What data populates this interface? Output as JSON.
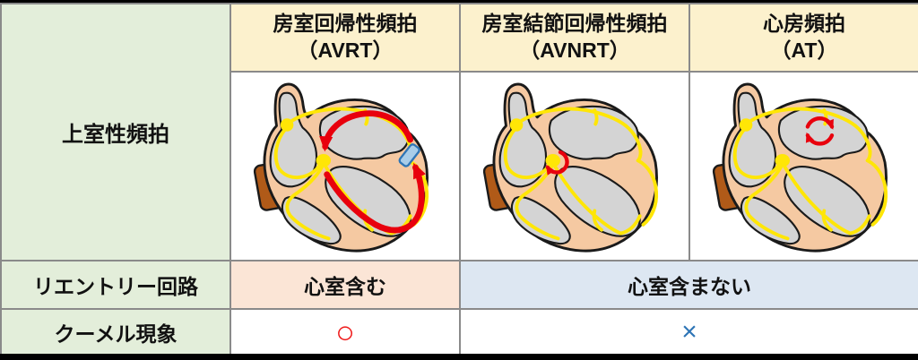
{
  "table": {
    "left_label": "上室性頻拍",
    "columns": [
      {
        "title": "房室回帰性頻拍",
        "abbr": "（AVRT）"
      },
      {
        "title": "房室結節回帰性頻拍",
        "abbr": "（AVNRT）"
      },
      {
        "title": "心房頻拍",
        "abbr": "（AT）"
      }
    ],
    "rows": {
      "reentry": {
        "label": "リエントリー回路",
        "avrt": "心室含む",
        "avnrt_at": "心室含まない"
      },
      "coumel": {
        "label": "クーメル現象",
        "avrt": "○",
        "avnrt_at": "×"
      }
    }
  },
  "icons": {
    "avrt_overlay": "reentry-loop-through-accessory-pathway",
    "avnrt_overlay": "reentry-circle-at-av-node",
    "at_overlay": "reentry-rotation-in-atrium"
  },
  "colors": {
    "label_green": "#e3eeda",
    "header_cream": "#fcf1cd",
    "reentry_peach": "#fbe5d6",
    "reentry_blue": "#dde7f2",
    "border_gray": "#8a8a8a",
    "circle_red": "#ef1a1a",
    "cross_blue": "#2e75b6",
    "loop_red": "#e8000d",
    "conduction_yellow": "#ffe606",
    "heart_wall_peach": "#f5c9a2",
    "chamber_gray": "#d4d4d4",
    "vessel_brown": "#b05a18",
    "accessory_blue": "#a9cde9"
  }
}
